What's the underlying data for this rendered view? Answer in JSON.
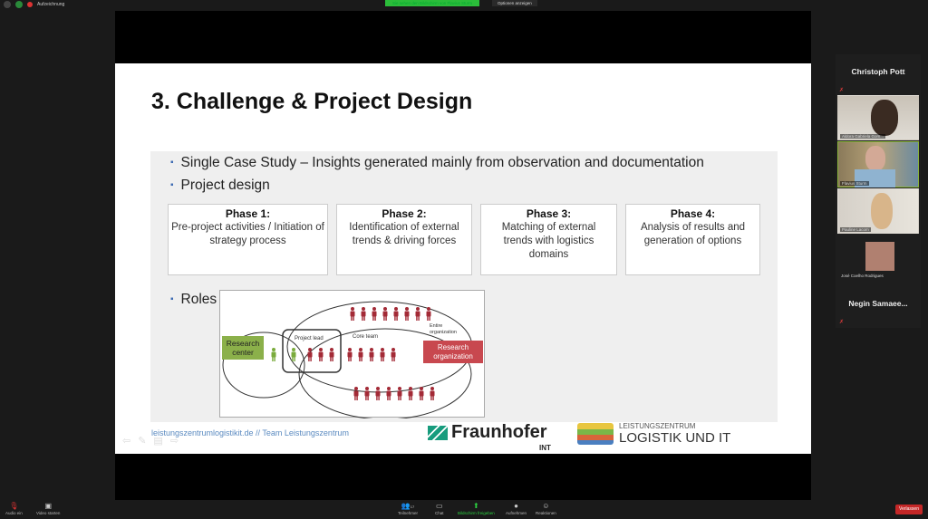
{
  "topbar": {
    "recording": "Aufzeichnung",
    "share_banner": "Sie sehen den Bildschirm von Flavius Sturm",
    "options": "Optionen anzeigen"
  },
  "slide": {
    "title": "3. Challenge & Project Design",
    "bullets": [
      "Single  Case Study – Insights generated mainly from observation and documentation",
      "Project design",
      "Roles"
    ],
    "phases": [
      {
        "title": "Phase 1:",
        "text": "Pre-project activities / Initiation  of strategy process"
      },
      {
        "title": "Phase 2:",
        "text": "Identification  of external trends & driving  forces"
      },
      {
        "title": "Phase 3:",
        "text": "Matching of external trends with logistics domains"
      },
      {
        "title": "Phase 4:",
        "text": "Analysis of results and generation of options"
      }
    ],
    "diagram": {
      "research_center": "Research center",
      "project_lead": "Project lead",
      "core_team": "Core team",
      "entire_org": "Entire organization",
      "research_org": "Research organization"
    },
    "footer_link": "leistungszentrumlogistikit.de // Team Leistungszentrum",
    "logo_fraunhofer": "Fraunhofer",
    "logo_fraunhofer_sub": "INT",
    "logo_lz_top": "LEISTUNGSZENTRUM",
    "logo_lz_bottom": "LOGISTIK UND IT"
  },
  "participants": [
    {
      "name": "Christoph Pott"
    },
    {
      "name": "Aldora Gabriela Gom..."
    },
    {
      "name": "Flavius Sturm"
    },
    {
      "name": "Pauline Lacom"
    },
    {
      "name": "José Coelho Rodrigues"
    },
    {
      "name": "Negin  Samaee..."
    }
  ],
  "toolbar": {
    "audio": "Audio ein",
    "video": "Video starten",
    "participants": "Teilnehmer",
    "participant_count": "17",
    "chat": "Chat",
    "share": "Bildschirm freigeben",
    "record": "Aufnehmen",
    "reactions": "Reaktionen",
    "leave": "Verlassen"
  },
  "colors": {
    "share_green": "#2bbd3a",
    "leave_red": "#c42727",
    "bullet_blue": "#3d6bb3"
  }
}
